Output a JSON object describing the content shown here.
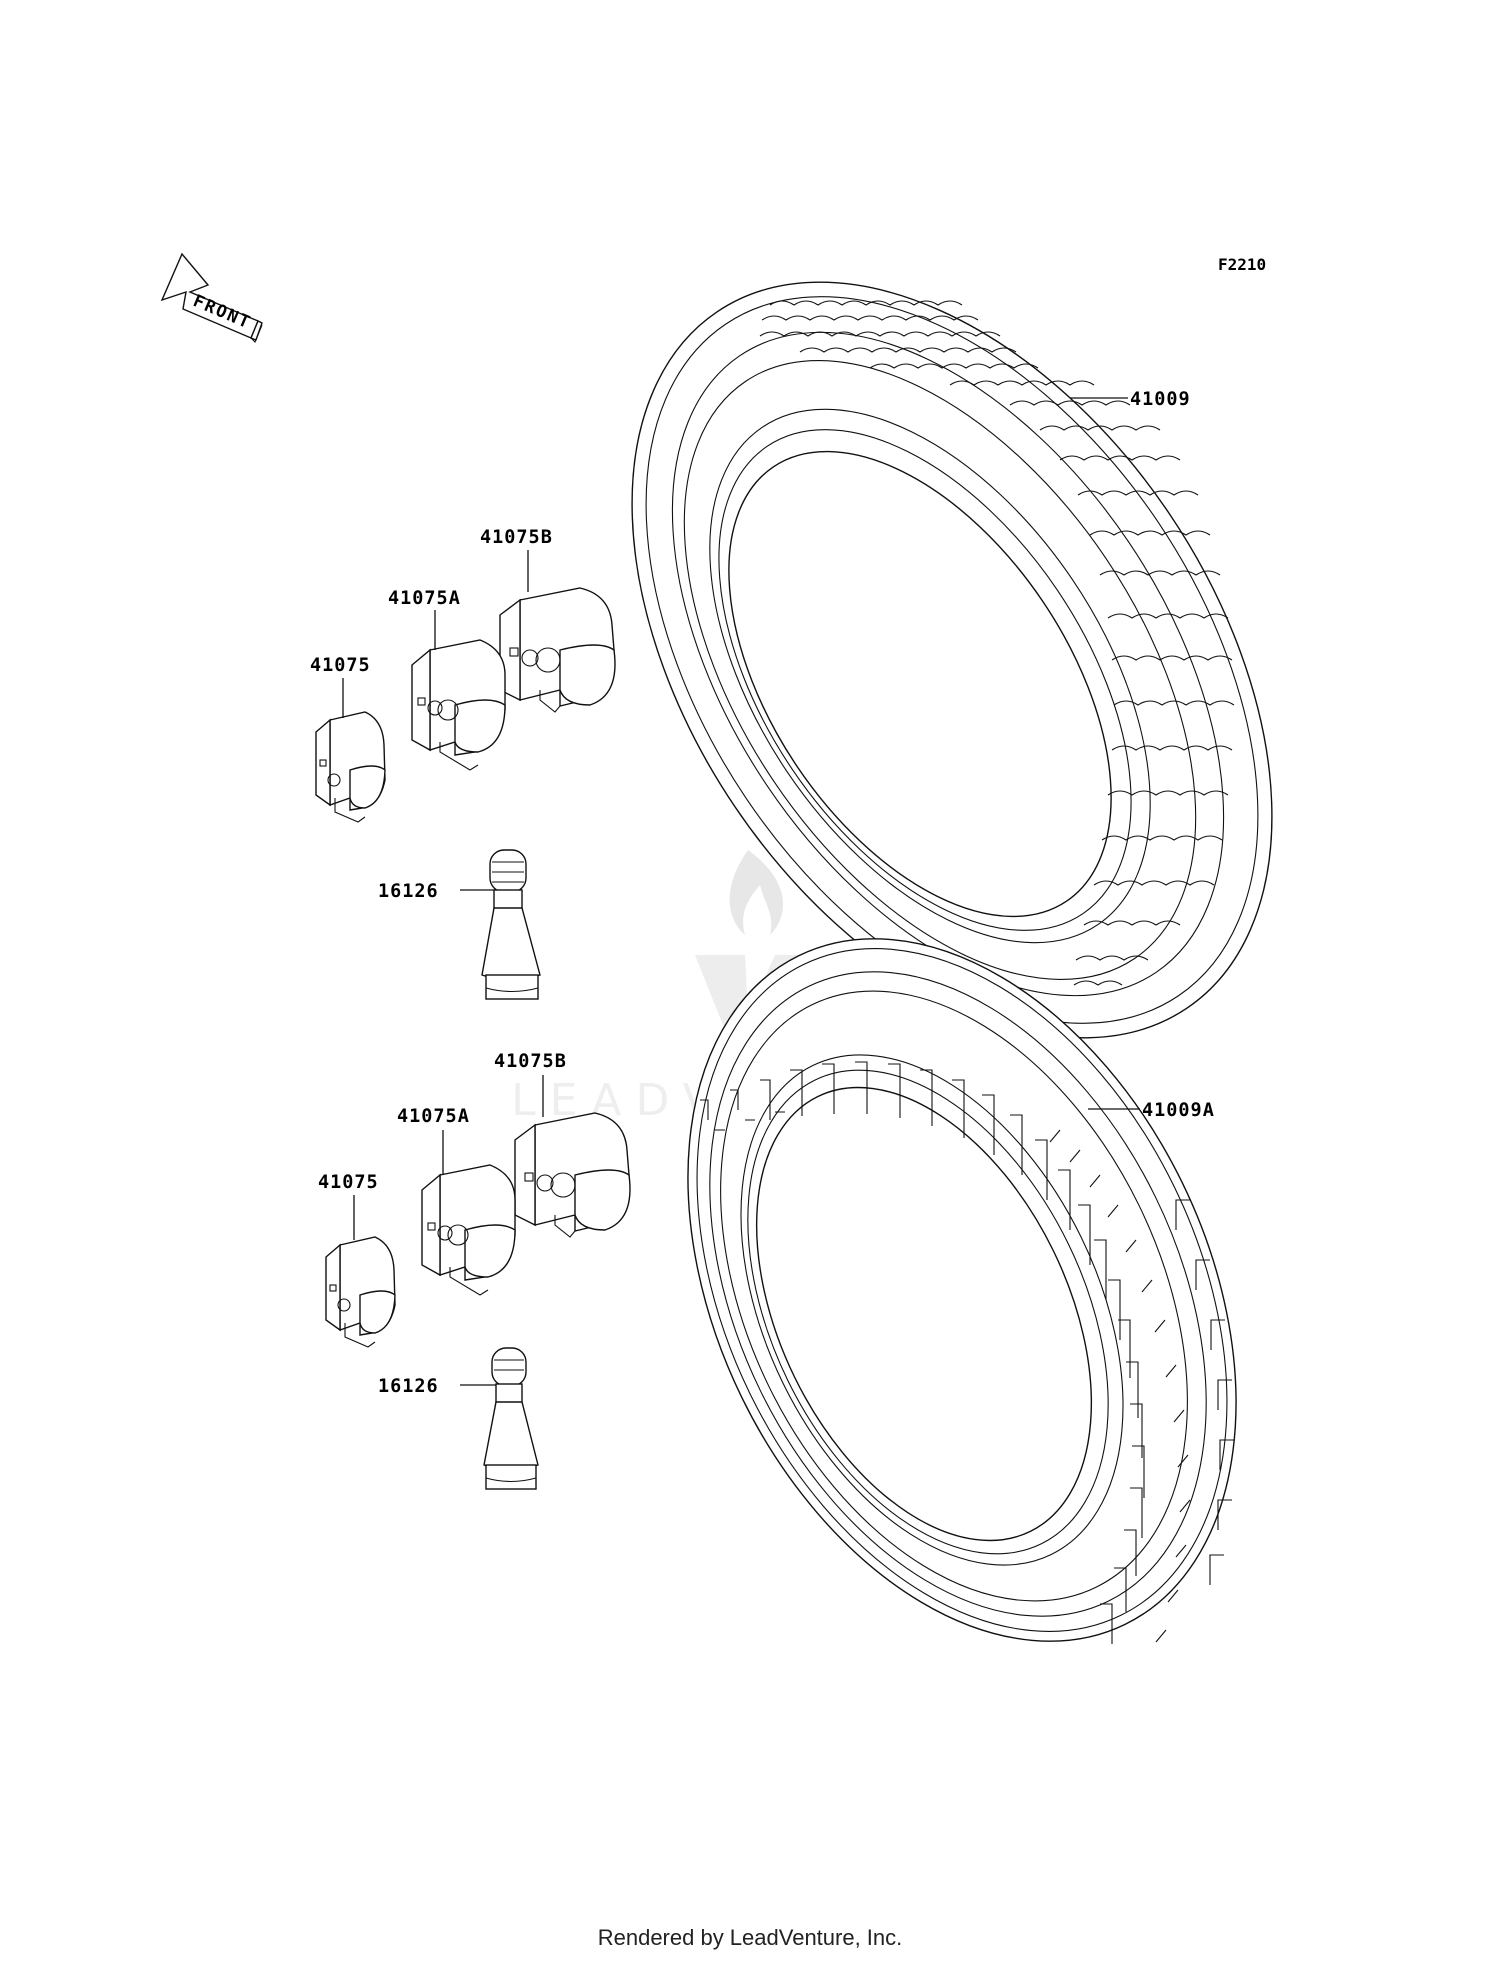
{
  "diagram": {
    "code": "F2210",
    "front_label": "FRONT",
    "parts_upper": [
      {
        "id": "tire-front",
        "label": "41009"
      },
      {
        "id": "weight-b",
        "label": "41075B"
      },
      {
        "id": "weight-a",
        "label": "41075A"
      },
      {
        "id": "weight",
        "label": "41075"
      },
      {
        "id": "valve",
        "label": "16126"
      }
    ],
    "parts_lower": [
      {
        "id": "tire-rear",
        "label": "41009A"
      },
      {
        "id": "weight-b",
        "label": "41075B"
      },
      {
        "id": "weight-a",
        "label": "41075A"
      },
      {
        "id": "weight",
        "label": "41075"
      },
      {
        "id": "valve",
        "label": "16126"
      }
    ]
  },
  "watermark": {
    "text": "LEADVENTURE",
    "color": "#d8d8d8"
  },
  "footer": {
    "text": "Rendered by LeadVenture, Inc."
  }
}
